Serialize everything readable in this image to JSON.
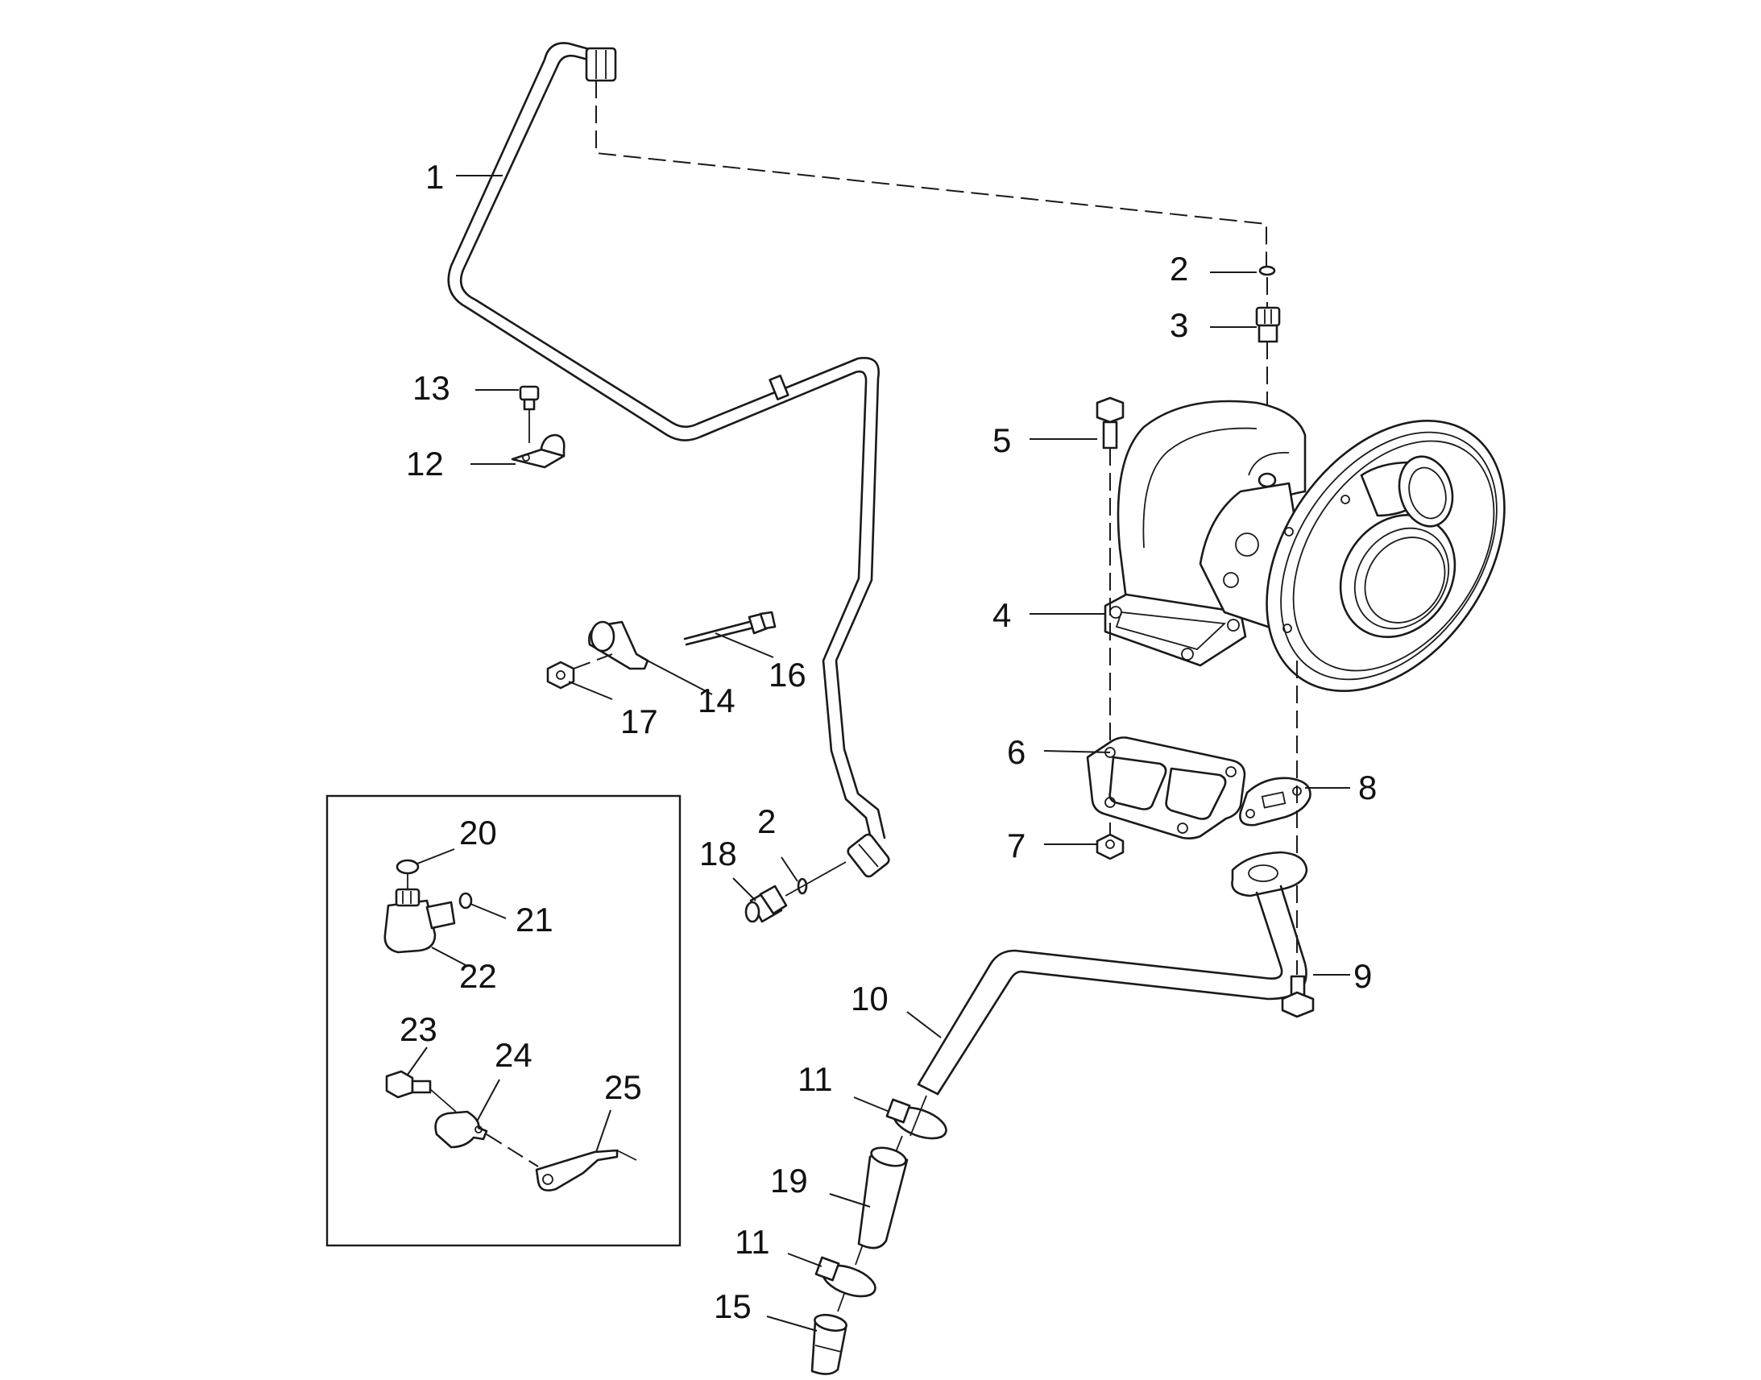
{
  "callouts": {
    "c1": "1",
    "c2a": "2",
    "c2b": "2",
    "c3": "3",
    "c4": "4",
    "c5": "5",
    "c6": "6",
    "c7": "7",
    "c8": "8",
    "c9": "9",
    "c10": "10",
    "c11a": "11",
    "c11b": "11",
    "c12": "12",
    "c13": "13",
    "c14": "14",
    "c15": "15",
    "c16": "16",
    "c17": "17",
    "c18": "18",
    "c19": "19",
    "c20": "20",
    "c21": "21",
    "c22": "22",
    "c23": "23",
    "c24": "24",
    "c25": "25"
  },
  "colors": {
    "line": "#1a1a1a",
    "background": "#ffffff"
  }
}
